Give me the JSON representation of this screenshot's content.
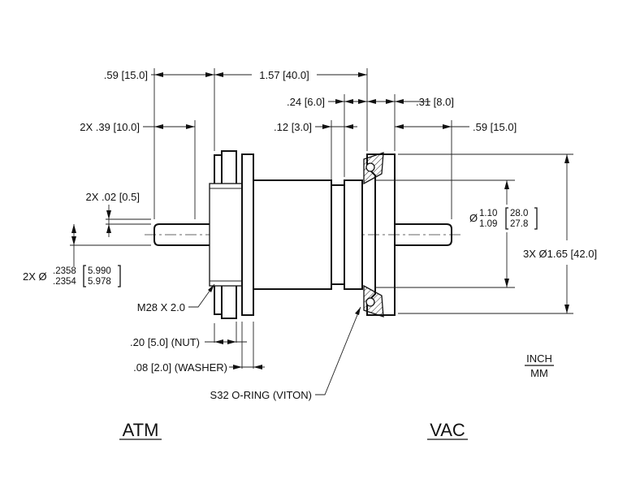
{
  "dimensions": {
    "d_059_left": ".59 [15.0]",
    "d_157": "1.57 [40.0]",
    "d_024": ".24 [6.0]",
    "d_031": ".31 [8.0]",
    "d_2x039": "2X .39 [10.0]",
    "d_012": ".12 [3.0]",
    "d_059_right": ".59 [15.0]",
    "d_2x002": "2X .02 [0.5]",
    "shaft_dia_prefix": "2X Ø",
    "shaft_dia_in_top": ".2358",
    "shaft_dia_in_bot": ".2354",
    "shaft_dia_mm_top": "5.990",
    "shaft_dia_mm_bot": "5.978",
    "bore_dia_prefix": "Ø",
    "bore_dia_in_top": "1.10",
    "bore_dia_in_bot": "1.09",
    "bore_dia_mm_top": "28.0",
    "bore_dia_mm_bot": "27.8",
    "flange_dia": "3X Ø1.65 [42.0]",
    "thread": "M28 X 2.0",
    "nut": ".20 [5.0] (NUT)",
    "washer": ".08 [2.0] (WASHER)",
    "oring": "S32 O-RING (VITON)"
  },
  "units": {
    "top": "INCH",
    "bottom": "MM"
  },
  "sides": {
    "left": "ATM",
    "right": "VAC"
  }
}
